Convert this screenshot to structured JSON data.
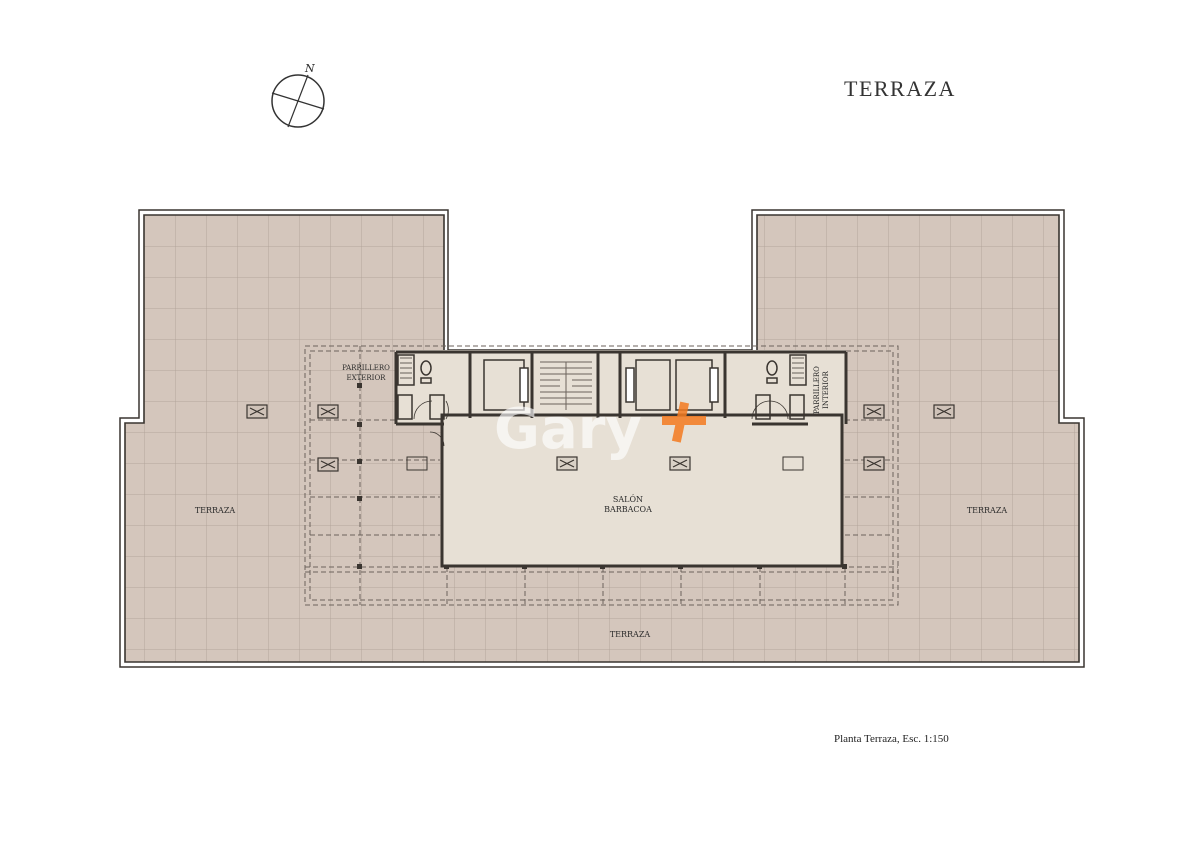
{
  "page_title": "TERRAZA",
  "compass_label": "N",
  "rooms": {
    "terraza_left": "TERRAZA",
    "terraza_right": "TERRAZA",
    "terraza_bottom": "TERRAZA",
    "salon_line1": "SALÓN",
    "salon_line2": "BARBACOA",
    "parrillero_ext_line1": "PARRILLERO",
    "parrillero_ext_line2": "EXTERIOR",
    "parrillero_int_line1": "PARRILLERO",
    "parrillero_int_line2": "INTERIOR"
  },
  "watermark": {
    "text": "Gary",
    "accent_color": "#f47b20"
  },
  "caption": "Planta Terraza, Esc. 1:150",
  "colors": {
    "terrace_fill": "#d4c6bc",
    "grid_line": "#b3a59b",
    "interior_fill": "#e7e0d5",
    "wall": "#3a3530"
  }
}
